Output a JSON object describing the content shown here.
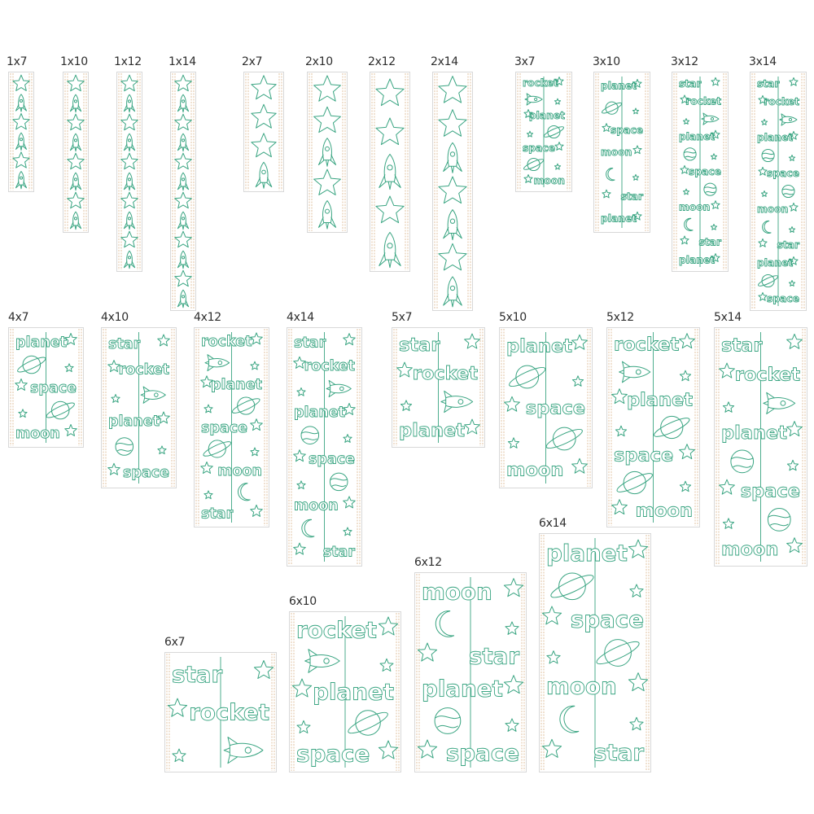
{
  "colors": {
    "stitch": "#3aa582",
    "border": "#d9b48a",
    "label": "#2d2d2d",
    "background": "#ffffff"
  },
  "words": {
    "rocket": "rocket",
    "planet": "planet",
    "space": "space",
    "moon": "moon",
    "star": "star"
  },
  "designs": [
    {
      "id": "1x7",
      "label": "1x7",
      "cols": 1,
      "seq": [
        "star",
        "rocket",
        "star",
        "rocket",
        "star",
        "rocket"
      ]
    },
    {
      "id": "1x10",
      "label": "1x10",
      "cols": 1,
      "seq": [
        "star",
        "rocket",
        "star",
        "rocket",
        "star",
        "rocket",
        "star",
        "rocket"
      ]
    },
    {
      "id": "1x12",
      "label": "1x12",
      "cols": 1,
      "seq": [
        "star",
        "rocket",
        "star",
        "rocket",
        "star",
        "rocket",
        "star",
        "rocket",
        "star",
        "rocket"
      ]
    },
    {
      "id": "1x14",
      "label": "1x14",
      "cols": 1,
      "seq": [
        "star",
        "rocket",
        "star",
        "rocket",
        "star",
        "rocket",
        "star",
        "rocket",
        "star",
        "rocket",
        "star",
        "rocket"
      ]
    },
    {
      "id": "2x7",
      "label": "2x7",
      "cols": 2,
      "seq": [
        "star",
        "star",
        "star",
        "rocket"
      ]
    },
    {
      "id": "2x10",
      "label": "2x10",
      "cols": 2,
      "seq": [
        "star",
        "star",
        "rocket",
        "star",
        "rocket"
      ]
    },
    {
      "id": "2x12",
      "label": "2x12",
      "cols": 2,
      "seq": [
        "star",
        "star",
        "rocket",
        "star",
        "rocket"
      ]
    },
    {
      "id": "2x14",
      "label": "2x14",
      "cols": 2,
      "seq": [
        "star",
        "star",
        "rocket",
        "star",
        "rocket",
        "star",
        "rocket"
      ]
    },
    {
      "id": "3x7",
      "label": "3x7",
      "cols": 3,
      "seq": [
        "w:rocket",
        "ic:rocket",
        "w:planet",
        "ic:planet",
        "w:space",
        "ic:planet",
        "w:moon"
      ]
    },
    {
      "id": "3x10",
      "label": "3x10",
      "cols": 3,
      "seq": [
        "w:planet",
        "ic:planet",
        "w:space",
        "w:moon",
        "ic:moon",
        "w:star",
        "w:planet"
      ]
    },
    {
      "id": "3x12",
      "label": "3x12",
      "cols": 3,
      "seq": [
        "w:star",
        "w:rocket",
        "ic:rocket",
        "w:planet",
        "ic:planet",
        "w:space",
        "ic:planet",
        "w:moon",
        "ic:moon",
        "w:star",
        "w:planet"
      ]
    },
    {
      "id": "3x14",
      "label": "3x14",
      "cols": 3,
      "seq": [
        "w:star",
        "w:rocket",
        "ic:rocket",
        "w:planet",
        "ic:planet",
        "w:space",
        "ic:planet",
        "w:moon",
        "ic:moon",
        "w:star",
        "w:planet",
        "ic:planet",
        "w:space"
      ]
    },
    {
      "id": "4x7",
      "label": "4x7",
      "cols": 4,
      "seq": [
        "w:planet",
        "ic:planet",
        "w:space",
        "ic:planet",
        "w:moon"
      ]
    },
    {
      "id": "4x10",
      "label": "4x10",
      "cols": 4,
      "seq": [
        "w:star",
        "w:rocket",
        "ic:rocket",
        "w:planet",
        "ic:planet",
        "w:space"
      ]
    },
    {
      "id": "4x12",
      "label": "4x12",
      "cols": 4,
      "seq": [
        "w:rocket",
        "ic:rocket",
        "w:planet",
        "ic:planet",
        "w:space",
        "ic:planet",
        "w:moon",
        "ic:moon",
        "w:star"
      ]
    },
    {
      "id": "4x14",
      "label": "4x14",
      "cols": 4,
      "seq": [
        "w:star",
        "w:rocket",
        "ic:rocket",
        "w:planet",
        "ic:planet",
        "w:space",
        "ic:planet",
        "w:moon",
        "ic:moon",
        "w:star"
      ]
    },
    {
      "id": "5x7",
      "label": "5x7",
      "cols": 5,
      "seq": [
        "w:star",
        "w:rocket",
        "ic:rocket",
        "w:planet"
      ]
    },
    {
      "id": "5x10",
      "label": "5x10",
      "cols": 5,
      "seq": [
        "w:planet",
        "ic:planet",
        "w:space",
        "ic:planet",
        "w:moon"
      ]
    },
    {
      "id": "5x12",
      "label": "5x12",
      "cols": 5,
      "seq": [
        "w:rocket",
        "ic:rocket",
        "w:planet",
        "ic:planet",
        "w:space",
        "ic:planet",
        "w:moon"
      ]
    },
    {
      "id": "5x14",
      "label": "5x14",
      "cols": 5,
      "seq": [
        "w:star",
        "w:rocket",
        "ic:rocket",
        "w:planet",
        "ic:planet",
        "w:space",
        "ic:planet",
        "w:moon"
      ]
    },
    {
      "id": "6x7",
      "label": "6x7",
      "cols": 6,
      "seq": [
        "w:star",
        "w:rocket",
        "ic:rocket"
      ]
    },
    {
      "id": "6x10",
      "label": "6x10",
      "cols": 6,
      "seq": [
        "w:rocket",
        "ic:rocket",
        "w:planet",
        "ic:planet",
        "w:space"
      ]
    },
    {
      "id": "6x12",
      "label": "6x12",
      "cols": 6,
      "seq": [
        "w:moon",
        "ic:moon",
        "w:star",
        "w:planet",
        "ic:planet",
        "w:space"
      ]
    },
    {
      "id": "6x14",
      "label": "6x14",
      "cols": 6,
      "seq": [
        "w:planet",
        "ic:planet",
        "w:space",
        "ic:planet",
        "w:moon",
        "ic:moon",
        "w:star"
      ]
    }
  ]
}
